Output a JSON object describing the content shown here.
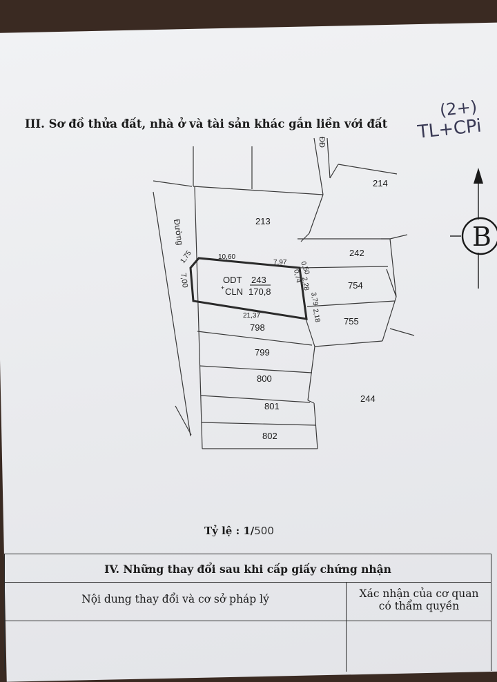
{
  "section3": {
    "title": "III. Sơ đồ thửa đất, nhà ở và tài sản khác gắn liền với đất"
  },
  "handwriting": {
    "note_line1": "(2+)",
    "note_line2": "TL+CPi"
  },
  "compass": {
    "label": "B"
  },
  "road": {
    "label_main": "Đường",
    "width": "7,00",
    "label_top": "ĐĐ"
  },
  "parcels": {
    "p213": "213",
    "p214": "214",
    "p242": "242",
    "p754": "754",
    "p755": "755",
    "p798": "798",
    "p799": "799",
    "p800": "800",
    "p801": "801",
    "p802": "802",
    "p244": "244"
  },
  "main_parcel": {
    "code1": "ODT",
    "number": "243",
    "code2": "CLN",
    "area": "170,8",
    "plus": "+"
  },
  "dimensions": {
    "corner": "1,75",
    "top_left": "10,60",
    "top_right": "7,97",
    "r1": "0,50",
    "r2": "0,74",
    "r3": "2,28",
    "r4": "3,79",
    "r5": "2,18",
    "bottom": "21,37"
  },
  "scale": {
    "label": "Tỷ lệ : 1/",
    "value": "500"
  },
  "section4": {
    "title": "IV. Những thay đổi sau khi cấp giấy chứng nhận",
    "col1": "Nội dung thay đổi và cơ sở pháp lý",
    "col2_line1": "Xác nhận của cơ quan",
    "col2_line2": "có thẩm quyền"
  }
}
